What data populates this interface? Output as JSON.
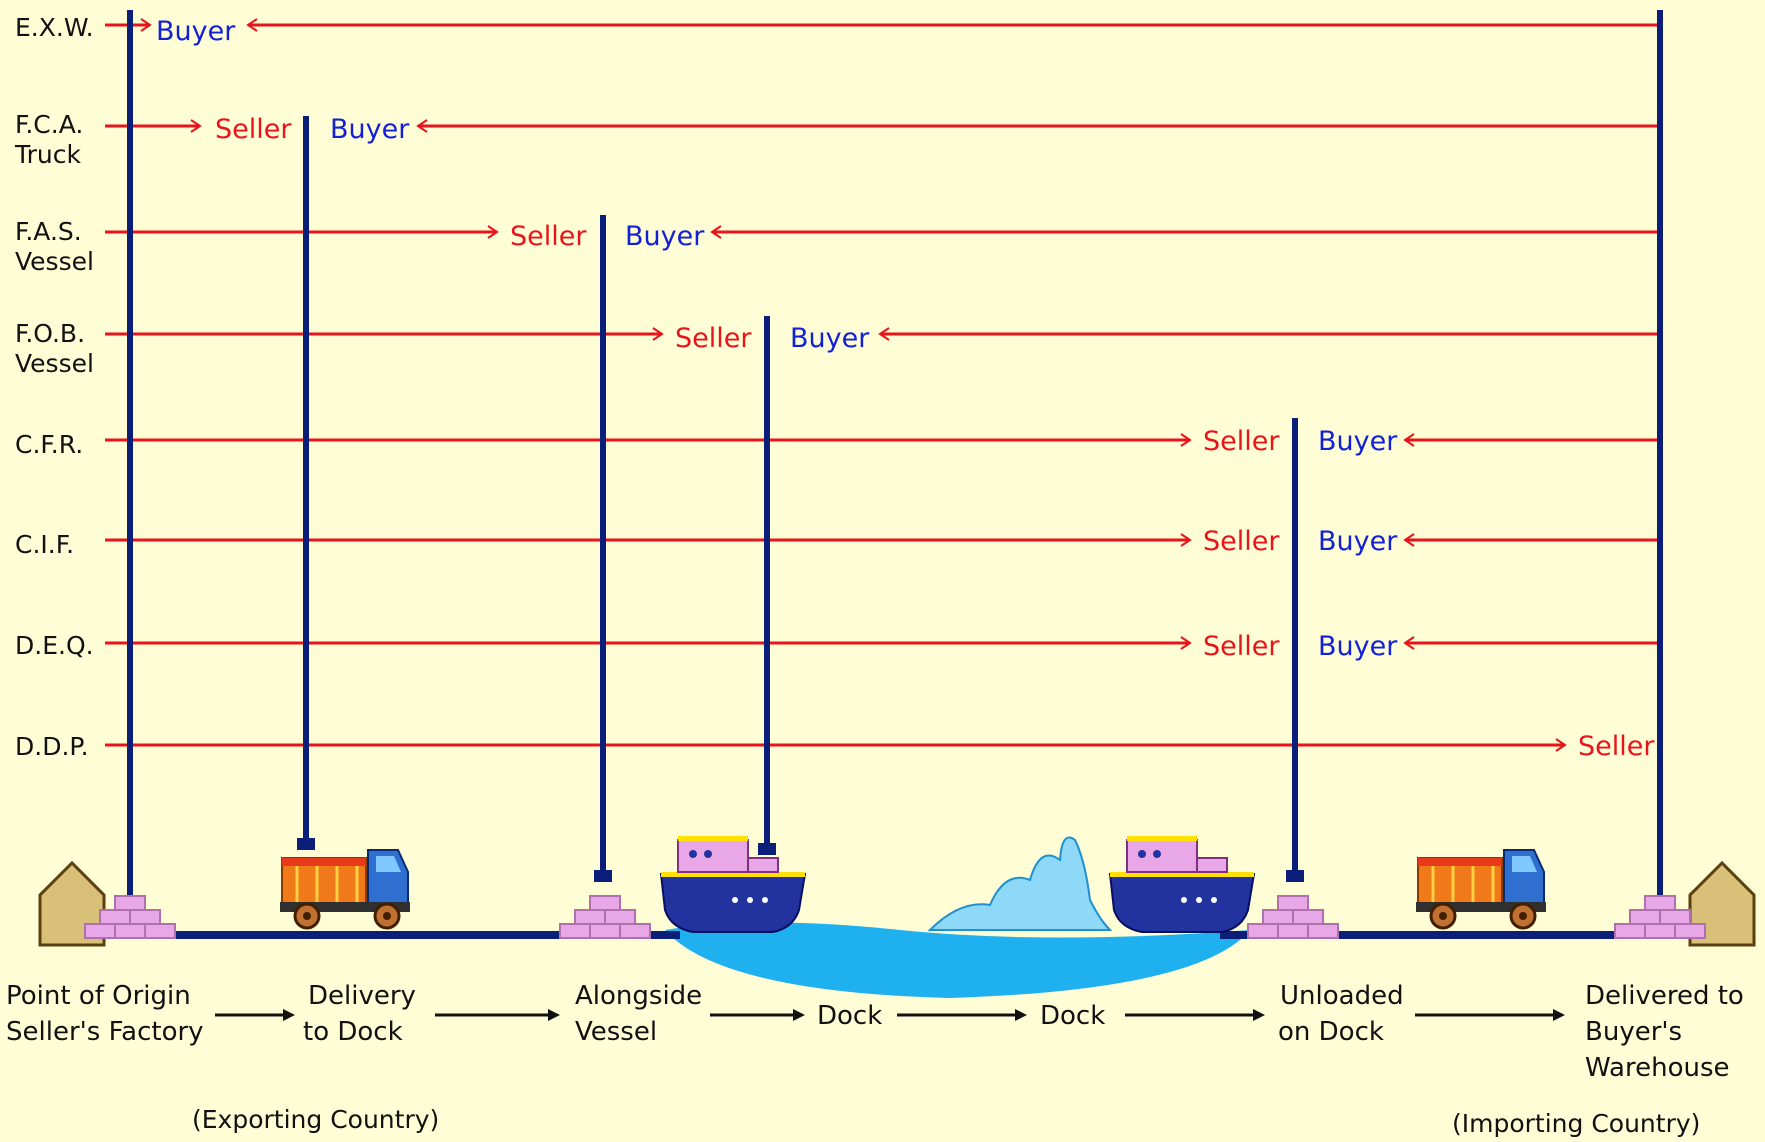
{
  "terms": [
    {
      "line1": "E.X.W.",
      "line2": "",
      "seller": "",
      "buyer": "Buyer"
    },
    {
      "line1": "F.C.A.",
      "line2": "Truck",
      "seller": "Seller",
      "buyer": "Buyer"
    },
    {
      "line1": "F.A.S.",
      "line2": "Vessel",
      "seller": "Seller",
      "buyer": "Buyer"
    },
    {
      "line1": "F.O.B.",
      "line2": "Vessel",
      "seller": "Seller",
      "buyer": "Buyer"
    },
    {
      "line1": "C.F.R.",
      "line2": "",
      "seller": "Seller",
      "buyer": "Buyer"
    },
    {
      "line1": "C.I.F.",
      "line2": "",
      "seller": "Seller",
      "buyer": "Buyer"
    },
    {
      "line1": "D.E.Q.",
      "line2": "",
      "seller": "Seller",
      "buyer": "Buyer"
    },
    {
      "line1": "D.D.P.",
      "line2": "",
      "seller": "Seller",
      "buyer": ""
    }
  ],
  "stages": [
    {
      "line1": "Point of Origin",
      "line2": "Seller's Factory",
      "line3": ""
    },
    {
      "line1": "Delivery",
      "line2": "to Dock",
      "line3": ""
    },
    {
      "line1": "Alongside",
      "line2": "Vessel",
      "line3": ""
    },
    {
      "line1": "Dock",
      "line2": "",
      "line3": ""
    },
    {
      "line1": "Dock",
      "line2": "",
      "line3": ""
    },
    {
      "line1": "Unloaded",
      "line2": "on Dock",
      "line3": ""
    },
    {
      "line1": "Delivered to",
      "line2": "Buyer's",
      "line3": "Warehouse"
    }
  ],
  "countries": {
    "exporting": "(Exporting Country)",
    "importing": "(Importing Country)"
  },
  "colors": {
    "background": "#FFFDD5",
    "seller": "#E8141C",
    "buyer": "#1220D8",
    "post": "#0A1E7A",
    "water": "#1FB0F0",
    "crate": "#E8A8E8"
  }
}
